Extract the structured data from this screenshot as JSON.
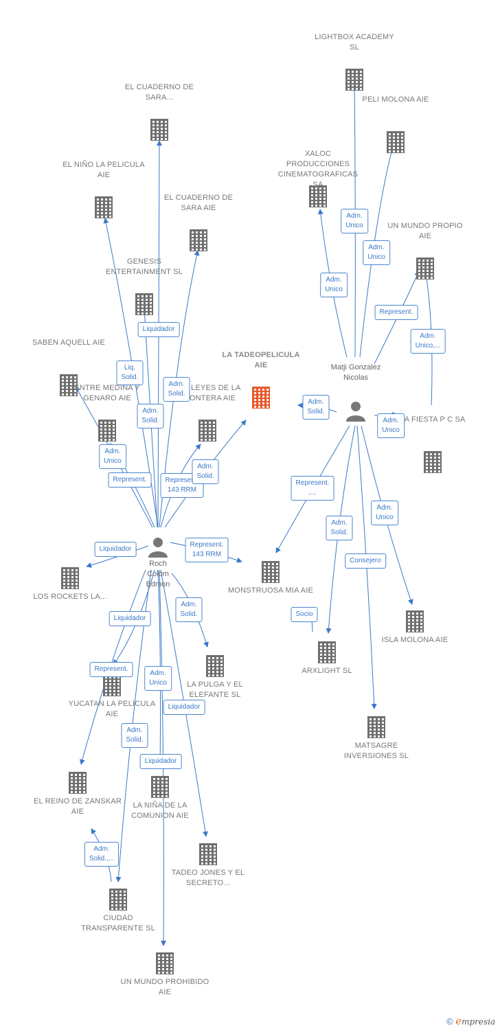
{
  "companies": [
    {
      "id": "lightbox",
      "label": "LIGHTBOX ACADEMY  SL"
    },
    {
      "id": "peli",
      "label": "PELI MOLONA AIE"
    },
    {
      "id": "xaloc",
      "label": "XALOC PRODUCCIONES CINEMATOGRAFICAS SA"
    },
    {
      "id": "mundo_propio",
      "label": "UN MUNDO PROPIO AIE"
    },
    {
      "id": "cuaderno1",
      "label": "EL CUADERNO DE SARA..."
    },
    {
      "id": "nino",
      "label": "EL NIÑO LA PELICULA AIE"
    },
    {
      "id": "cuaderno2",
      "label": "EL CUADERNO DE SARA AIE"
    },
    {
      "id": "genesis",
      "label": "GENESIS ENTERTAINMENT SL"
    },
    {
      "id": "saben",
      "label": "SABEN AQUELL  AIE"
    },
    {
      "id": "tadeopelicula",
      "label": "LA TADEOPELICULA AIE",
      "focal": true
    },
    {
      "id": "entre",
      "label": "ENTRE MEDINA Y GENARO AIE"
    },
    {
      "id": "leyes",
      "label": "LAS LEYES DE LA FRONTERA  AIE"
    },
    {
      "id": "fiesta",
      "label": "LA FIESTA P C SA"
    },
    {
      "id": "rockets",
      "label": "LOS ROCKETS LA..."
    },
    {
      "id": "monstruosa",
      "label": "MONSTRUOSA MIA AIE"
    },
    {
      "id": "arxlight",
      "label": "ARXLIGHT  SL"
    },
    {
      "id": "isla",
      "label": "ISLA MOLONA AIE"
    },
    {
      "id": "pulga",
      "label": "LA PULGA Y EL ELEFANTE  SL"
    },
    {
      "id": "yucatan",
      "label": "YUCATAN LA PELICULA AIE"
    },
    {
      "id": "matsagre",
      "label": "MATSAGRE INVERSIONES SL"
    },
    {
      "id": "reino",
      "label": "EL REINO DE ZANSKAR  AIE"
    },
    {
      "id": "nina",
      "label": "LA NIÑA DE LA COMUNION  AIE"
    },
    {
      "id": "tadeo",
      "label": "TADEO JONES Y EL SECRETO..."
    },
    {
      "id": "ciudad",
      "label": "CIUDAD TRANSPARENTE SL"
    },
    {
      "id": "mundo_prohibido",
      "label": "UN MUNDO PROHIBIDO AIE"
    }
  ],
  "people": [
    {
      "id": "matji",
      "label": "Matji Gonzalez Nicolas"
    },
    {
      "id": "roch",
      "label": "Roch Colom Edmon"
    }
  ],
  "roles": [
    {
      "id": "r1",
      "label": "Adm. Unico"
    },
    {
      "id": "r2",
      "label": "Adm. Unico"
    },
    {
      "id": "r3",
      "label": "Adm. Unico"
    },
    {
      "id": "r4",
      "label": "Represent."
    },
    {
      "id": "r5",
      "label": "Adm. Unico,..."
    },
    {
      "id": "r6",
      "label": "Adm. Solid."
    },
    {
      "id": "r7",
      "label": "Adm. Unico"
    },
    {
      "id": "r8",
      "label": "Represent. ,..."
    },
    {
      "id": "r9",
      "label": "Adm. Unico"
    },
    {
      "id": "r10",
      "label": "Adm. Solid."
    },
    {
      "id": "r11",
      "label": "Consejero"
    },
    {
      "id": "r12",
      "label": "Socio"
    },
    {
      "id": "r13",
      "label": "Liquidador"
    },
    {
      "id": "r14",
      "label": "Liq. Solid."
    },
    {
      "id": "r15",
      "label": "Adm. Solid."
    },
    {
      "id": "r16",
      "label": "Adm. Solid."
    },
    {
      "id": "r17",
      "label": "Adm. Unico"
    },
    {
      "id": "r18",
      "label": "Represent."
    },
    {
      "id": "r19",
      "label": "Represent. 143 RRM"
    },
    {
      "id": "r20",
      "label": "Adm. Solid."
    },
    {
      "id": "r21",
      "label": "Liquidador"
    },
    {
      "id": "r22",
      "label": "Represent. 143 RRM"
    },
    {
      "id": "r23",
      "label": "Liquidador"
    },
    {
      "id": "r24",
      "label": "Adm. Solid."
    },
    {
      "id": "r25",
      "label": "Represent."
    },
    {
      "id": "r26",
      "label": "Adm. Unico"
    },
    {
      "id": "r27",
      "label": "Liquidador"
    },
    {
      "id": "r28",
      "label": "Adm. Solid."
    },
    {
      "id": "r29",
      "label": "Liquidador"
    },
    {
      "id": "r30",
      "label": "Adm. Solid.,..."
    }
  ],
  "colors": {
    "edge": "#3a78c8",
    "building": "#6f6f6f",
    "focal": "#e8572a",
    "person": "#777777"
  },
  "footer": {
    "copyright": "©",
    "brand_first": "e",
    "brand_rest": "mpresia"
  }
}
